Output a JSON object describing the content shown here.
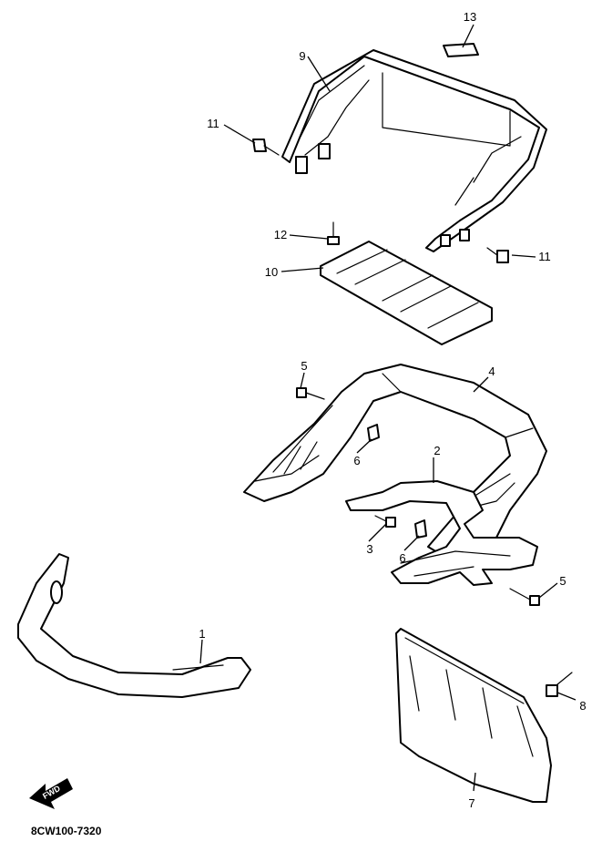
{
  "diagram_code": "8CW100-7320",
  "fwd_label": "FWD",
  "callouts": [
    "1",
    "2",
    "3",
    "4",
    "5",
    "5",
    "6",
    "6",
    "7",
    "8",
    "9",
    "10",
    "11",
    "11",
    "12",
    "13"
  ]
}
